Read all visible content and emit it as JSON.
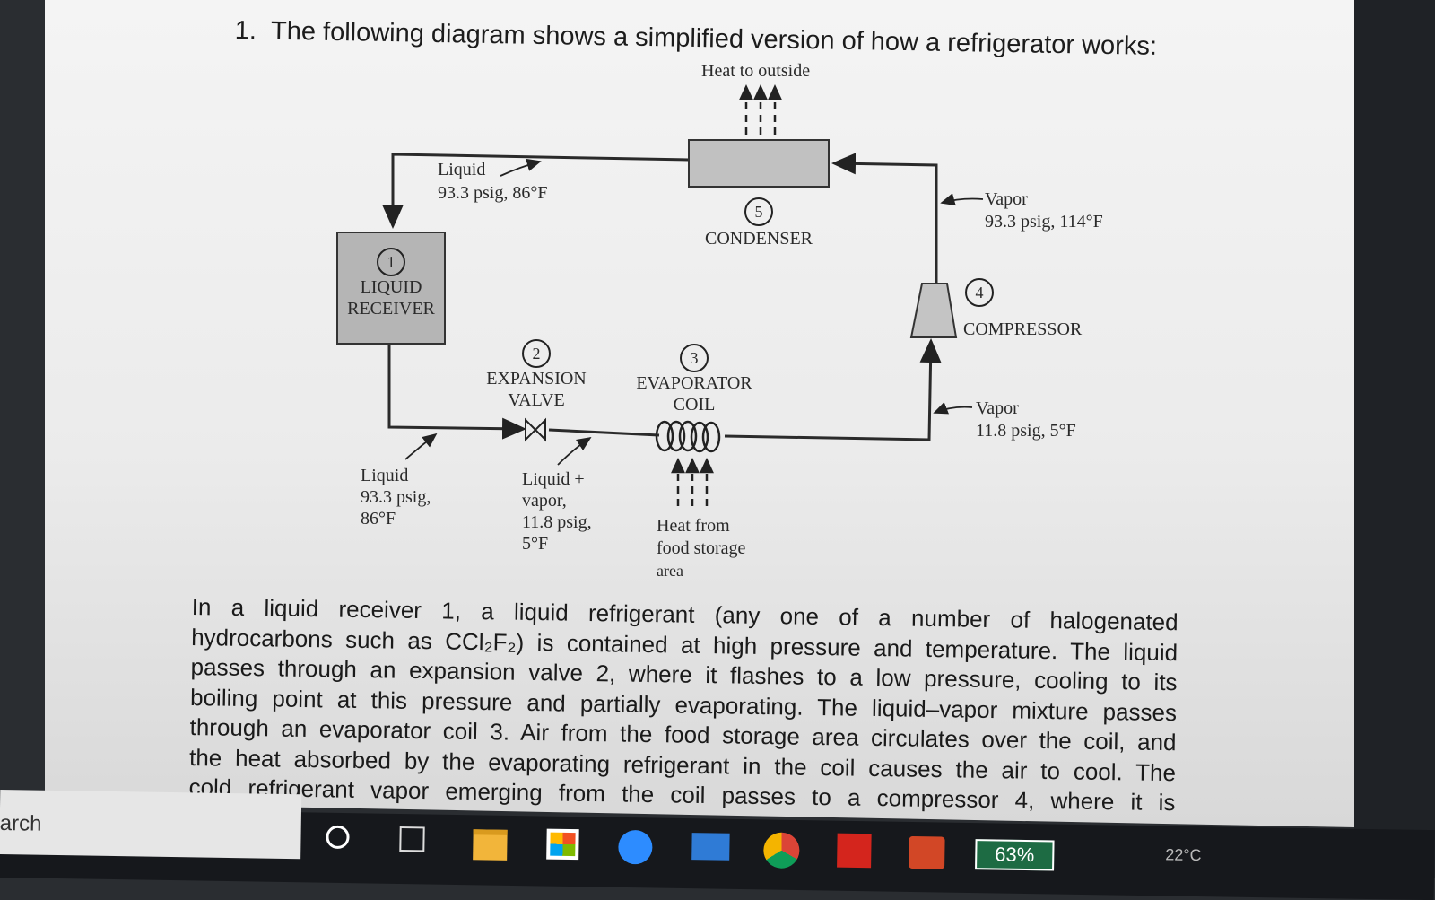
{
  "question": {
    "number": "1.",
    "text": "The following diagram shows a simplified version of how a refrigerator works:"
  },
  "diagram": {
    "heat_out_label": "Heat to outside",
    "receiver": {
      "number": "1",
      "line1": "LIQUID",
      "line2": "RECEIVER"
    },
    "expansion": {
      "number": "2",
      "line1": "EXPANSION",
      "line2": "VALVE"
    },
    "evaporator": {
      "number": "3",
      "line1": "EVAPORATOR",
      "line2": "COIL"
    },
    "compressor": {
      "number": "4",
      "label": "COMPRESSOR"
    },
    "condenser": {
      "number": "5",
      "label": "CONDENSER"
    },
    "state_top_liquid": {
      "line1": "Liquid",
      "line2": "93.3 psig, 86°F"
    },
    "state_top_vapor": {
      "line1": "Vapor",
      "line2": "93.3 psig, 114°F"
    },
    "state_bottom_vapor": {
      "line1": "Vapor",
      "line2": "11.8 psig, 5°F"
    },
    "state_bottom_liquid": {
      "line1": "Liquid",
      "line2": "93.3 psig,",
      "line3": "86°F"
    },
    "state_mixture": {
      "line1": "Liquid +",
      "line2": "vapor,",
      "line3": "11.8 psig,",
      "line4": "5°F"
    },
    "heat_in": {
      "line1": "Heat from",
      "line2": "food storage",
      "line3": "area"
    }
  },
  "paragraph": [
    "In a liquid receiver 1, a liquid refrigerant (any one of a number of halogenated",
    "hydrocarbons such as CCl₂F₂) is contained at high pressure and temperature. The liquid",
    "passes through an expansion valve 2, where it flashes to a low pressure, cooling to its",
    "boiling point at this pressure and partially evaporating. The liquid–vapor mixture passes",
    "through an evaporator coil 3. Air from the food storage area circulates over the coil, and",
    "the heat absorbed by the evaporating refrigerant in the coil causes the air to cool. The",
    "cold refrigerant vapor emerging from the coil passes to a compressor 4, where it is"
  ],
  "taskbar": {
    "search_text": "arch",
    "battery": "63%",
    "temp": "22°C"
  },
  "colors": {
    "paper": "#dcdcdc",
    "component_fill": "#b9b9b9",
    "taskbar": "#16181c"
  }
}
